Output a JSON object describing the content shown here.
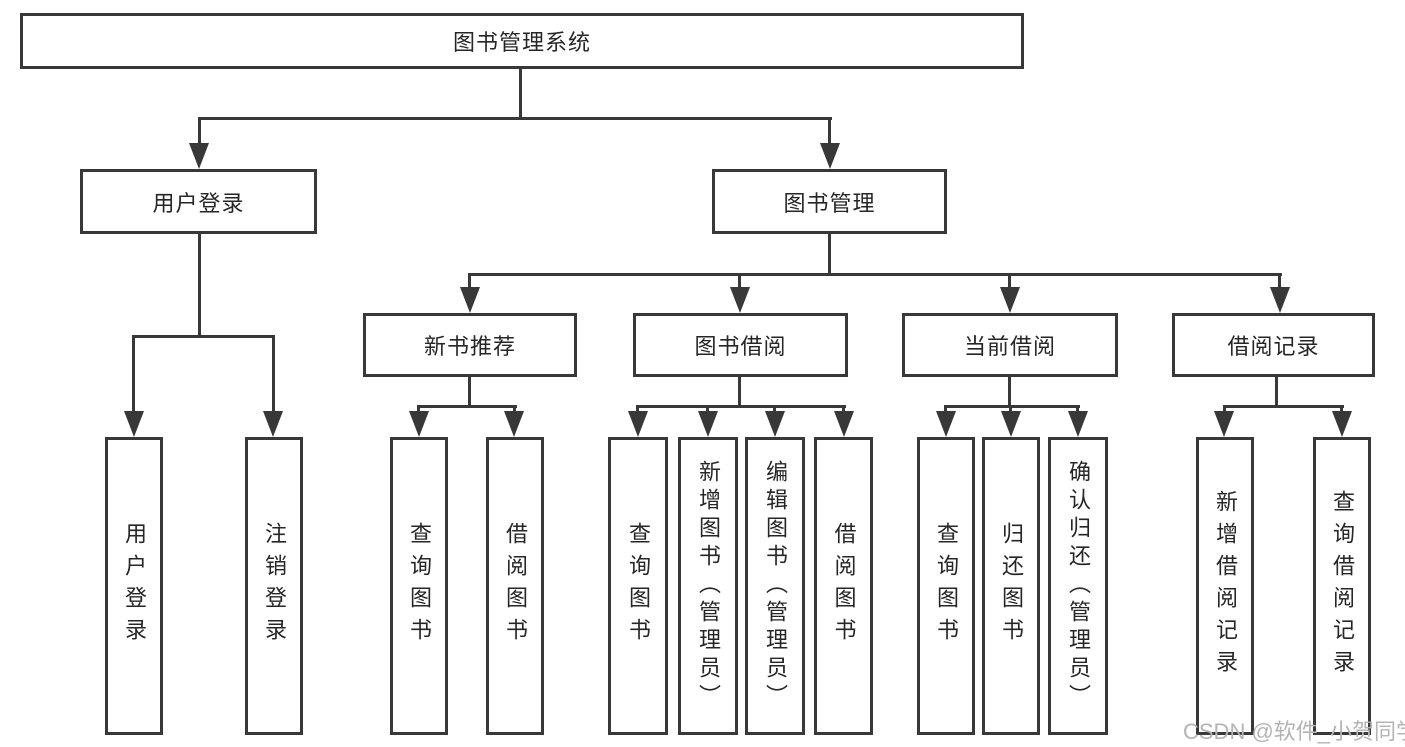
{
  "root": {
    "label": "图书管理系统"
  },
  "nodes": {
    "user_login": {
      "label": "用户登录",
      "children": [
        "用户登录",
        "注销登录"
      ]
    },
    "book_mgmt": {
      "label": "图书管理"
    },
    "new_book": {
      "label": "新书推荐",
      "children": [
        "查询图书",
        "借阅图书"
      ]
    },
    "book_borrow": {
      "label": "图书借阅",
      "children": [
        "查询图书",
        "新增图书（管理员）",
        "编辑图书（管理员）",
        "借阅图书"
      ]
    },
    "current_borrow": {
      "label": "当前借阅",
      "children": [
        "查询图书",
        "归还图书",
        "确认归还（管理员）"
      ]
    },
    "borrow_record": {
      "label": "借阅记录",
      "children": [
        "新增借阅记录",
        "查询借阅记录"
      ]
    }
  },
  "watermark": "CSDN @软件_小贺同学",
  "colors": {
    "line": "#383838",
    "text": "#262626",
    "watermark": "#b4b4b4",
    "background": "#ffffff"
  }
}
